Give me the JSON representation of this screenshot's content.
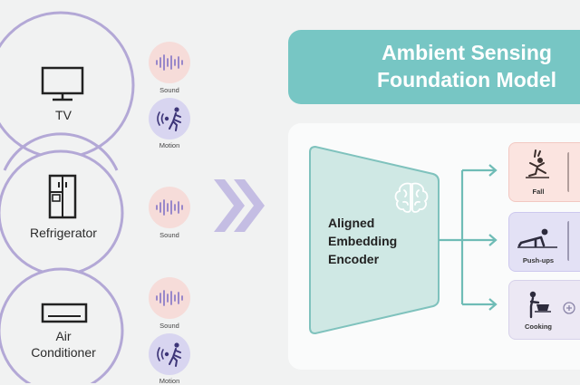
{
  "devices": [
    {
      "label": "TV",
      "icon": "tv-icon"
    },
    {
      "label": "Refrigerator",
      "icon": "refrigerator-icon"
    },
    {
      "label": "Air\nConditioner",
      "icon": "air-conditioner-icon"
    }
  ],
  "signals": {
    "sound_label": "Sound",
    "motion_label": "Motion"
  },
  "model": {
    "title_line1": "Ambient Sensing",
    "title_line2": "Foundation Model",
    "encoder_line1": "Aligned",
    "encoder_line2": "Embedding",
    "encoder_line3": "Encoder"
  },
  "outputs": [
    {
      "label": "Fall",
      "icon": "fall-icon"
    },
    {
      "label": "Push-ups",
      "icon": "push-ups-icon"
    },
    {
      "label": "Cooking",
      "icon": "cooking-icon"
    }
  ],
  "colors": {
    "device_ring": "#b3a8d6",
    "sound_chip": "#f6dcd9",
    "motion_chip": "#d8d5f0",
    "title_panel": "#77c6c4",
    "encoder_fill": "#cfe8e4",
    "encoder_stroke": "#7fc2bd",
    "arrow": "#6fbcb6",
    "chevron": "#c4bde3",
    "fall_card": "#fbe4e0",
    "pushups_card": "#e3e1f5",
    "cooking_card": "#ece8f4"
  }
}
